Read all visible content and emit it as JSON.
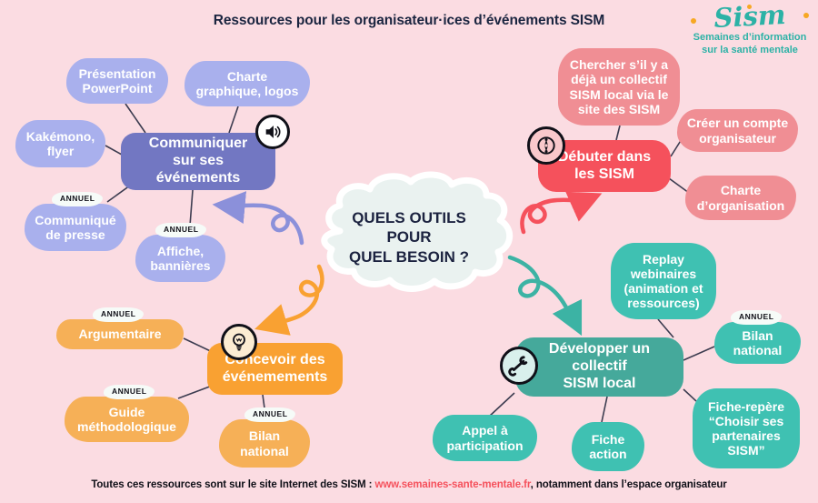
{
  "title": "Ressources pour les organisateur·ices d’événements SISM",
  "logo": {
    "name": "Sism",
    "tagline": "Semaines d’information\nsur la santé mentale"
  },
  "center_cloud": {
    "label": "QUELS OUTILS\nPOUR\nQUEL BESOIN ?"
  },
  "badge_label": "ANNUEL",
  "branches": {
    "communiquer": {
      "label": "Communiquer\nsur ses\névénements",
      "icon": "speaker-icon",
      "children": [
        {
          "label": "Présentation\nPowerPoint"
        },
        {
          "label": "Charte\ngraphique, logos"
        },
        {
          "label": "Kakémono,\nflyer"
        },
        {
          "label": "Communiqué\nde presse",
          "badge": "ANNUEL"
        },
        {
          "label": "Affiche,\nbannières",
          "badge": "ANNUEL"
        }
      ]
    },
    "debuter": {
      "label": "Débuter dans\nles SISM",
      "icon": "compass-icon",
      "children": [
        {
          "label": "Chercher s’il y a\ndéjà un collectif\nSISM local via le\nsite des SISM"
        },
        {
          "label": "Créer un compte\norganisateur"
        },
        {
          "label": "Charte\nd’organisation"
        }
      ]
    },
    "concevoir": {
      "label": "Concevoir des\névénemements",
      "icon": "lightbulb-icon",
      "children": [
        {
          "label": "Argumentaire",
          "badge": "ANNUEL"
        },
        {
          "label": "Guide\nméthodologique",
          "badge": "ANNUEL"
        },
        {
          "label": "Bilan\nnational",
          "badge": "ANNUEL"
        }
      ]
    },
    "developper": {
      "label": "Développer un\ncollectif\nSISM local",
      "icon": "wrench-icon",
      "children": [
        {
          "label": "Replay\nwebinaires\n(animation et\nressources)"
        },
        {
          "label": "Bilan\nnational",
          "badge": "ANNUEL"
        },
        {
          "label": "Fiche-repère\n“Choisir ses\npartenaires\nSISM”"
        },
        {
          "label": "Appel à\nparticipation"
        },
        {
          "label": "Fiche\naction"
        }
      ]
    }
  },
  "footer": {
    "prefix": "Toutes ces ressources sont sur le site Internet des SISM : ",
    "link": "www.semaines-sante-mentale.fr",
    "suffix": ", notamment dans l’espace organisateur"
  },
  "colors": {
    "background": "#fbdce2",
    "title_text": "#1b2540",
    "logo_teal": "#2cb2a6",
    "logo_orange": "#f7a823",
    "purple_main": "#7277c2",
    "purple_light": "#a9b0ed",
    "red_main": "#f5515c",
    "red_light": "#f08e94",
    "orange_main": "#f9a132",
    "orange_light": "#f6b057",
    "teal_main": "#45a99b",
    "teal_light": "#3fc1b2",
    "link": "#f5515c"
  }
}
